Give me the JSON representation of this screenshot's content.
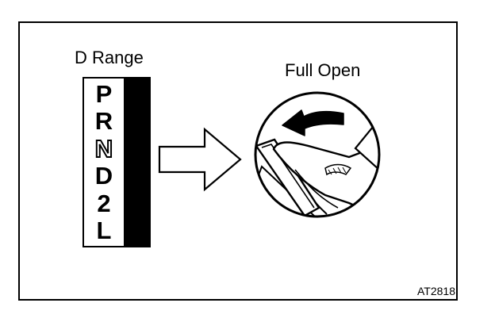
{
  "labels": {
    "range": "D Range",
    "throttle": "Full Open",
    "figure_code": "AT2818"
  },
  "selector": {
    "positions": [
      "P",
      "R",
      "N",
      "D",
      "2",
      "L"
    ],
    "selected": "D",
    "outlined": "N"
  },
  "icons": {
    "arrow": "right-arrow-icon",
    "pedal": "accelerator-pedal-icon"
  },
  "colors": {
    "ink": "#000000",
    "paper": "#ffffff"
  }
}
